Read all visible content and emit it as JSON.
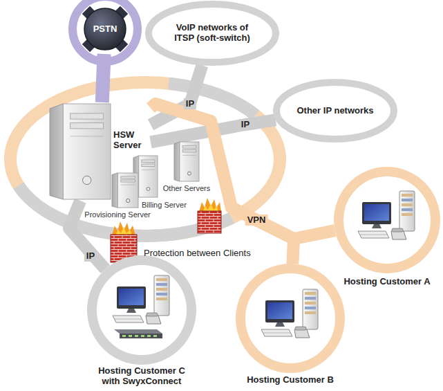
{
  "diagram": {
    "nodes": [
      {
        "text": [
          "PSTN"
        ]
      },
      {
        "text": [
          "VoIP networks of ITSP (soft-switch)"
        ]
      },
      {
        "text": [
          "Other IP networks"
        ]
      },
      {
        "text": [
          "HSW Server"
        ]
      },
      {
        "text": [
          "Other Servers"
        ]
      },
      {
        "text": [
          "Billing Server"
        ]
      },
      {
        "text": [
          "Provisioning Server"
        ]
      },
      {
        "text": [
          "Hosting Customer A"
        ]
      },
      {
        "text": [
          "Hosting Customer B"
        ]
      },
      {
        "text": [
          "Hosting Customer C with SwyxConnect"
        ]
      }
    ],
    "edges": [
      {
        "from": 0,
        "to": 3,
        "arrow": "none"
      },
      {
        "from": 1,
        "to": 3,
        "label": "IP",
        "arrow": "none"
      },
      {
        "from": 2,
        "to": 3,
        "label": "IP",
        "arrow": "none"
      },
      {
        "from": 3,
        "to": 7,
        "label": "VPN",
        "arrow": "none"
      },
      {
        "from": 3,
        "to": 8,
        "arrow": "none"
      },
      {
        "from": 3,
        "to": 9,
        "label": "IP",
        "arrow": "none"
      }
    ],
    "labels": [
      "Protection between Clients"
    ]
  }
}
